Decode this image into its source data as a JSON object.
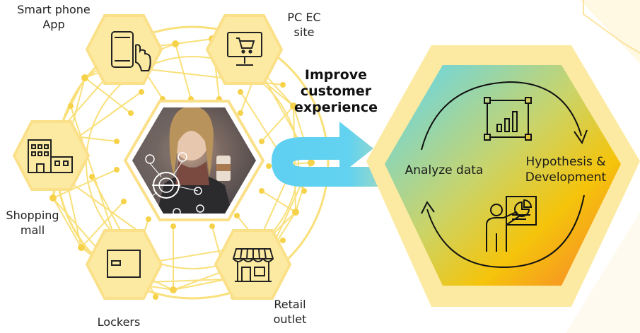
{
  "channels": {
    "smartphone": "Smart phone\nApp",
    "pc_ec": "PC EC\nsite",
    "shopping_mall": "Shopping\nmall",
    "lockers": "Lockers",
    "retail": "Retail\noutlet"
  },
  "arrow_label": "Improve\ncustomer\nexperience",
  "cycle": {
    "analyze": "Analyze data",
    "hypothesis": "Hypothesis &\nDevelopment"
  },
  "colors": {
    "hex_fill": "#fdeaa2",
    "hex_stroke": "#fbe08a",
    "network_line": "#f9e07a",
    "node_dot": "#f6d24a",
    "arrow_blue": "#5fd0f2",
    "gradient_start": "#5cd6f5",
    "gradient_mid": "#f5c40b",
    "gradient_end": "#f77d2f"
  }
}
